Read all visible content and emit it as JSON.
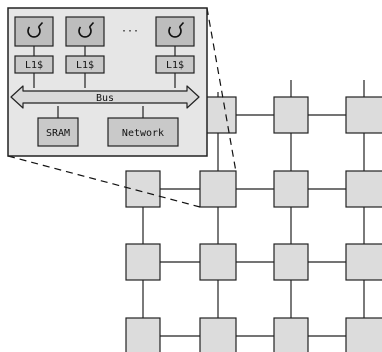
{
  "colors": {
    "tile_fill": "#dcdcdc",
    "inset_fill": "#e6e6e6",
    "core_fill": "#bdbdbd",
    "component_fill": "#c9c9c9",
    "bus_fill": "#d9d9d9",
    "stroke": "#222222"
  },
  "inset": {
    "cores": [
      {
        "icon": "rotate-icon",
        "cache_label": "L1$"
      },
      {
        "icon": "rotate-icon",
        "cache_label": "L1$"
      },
      {
        "icon": "rotate-icon",
        "cache_label": "L1$"
      }
    ],
    "ellipsis": "···",
    "bus_label": "Bus",
    "sram_label": "SRAM",
    "network_label": "Network"
  }
}
